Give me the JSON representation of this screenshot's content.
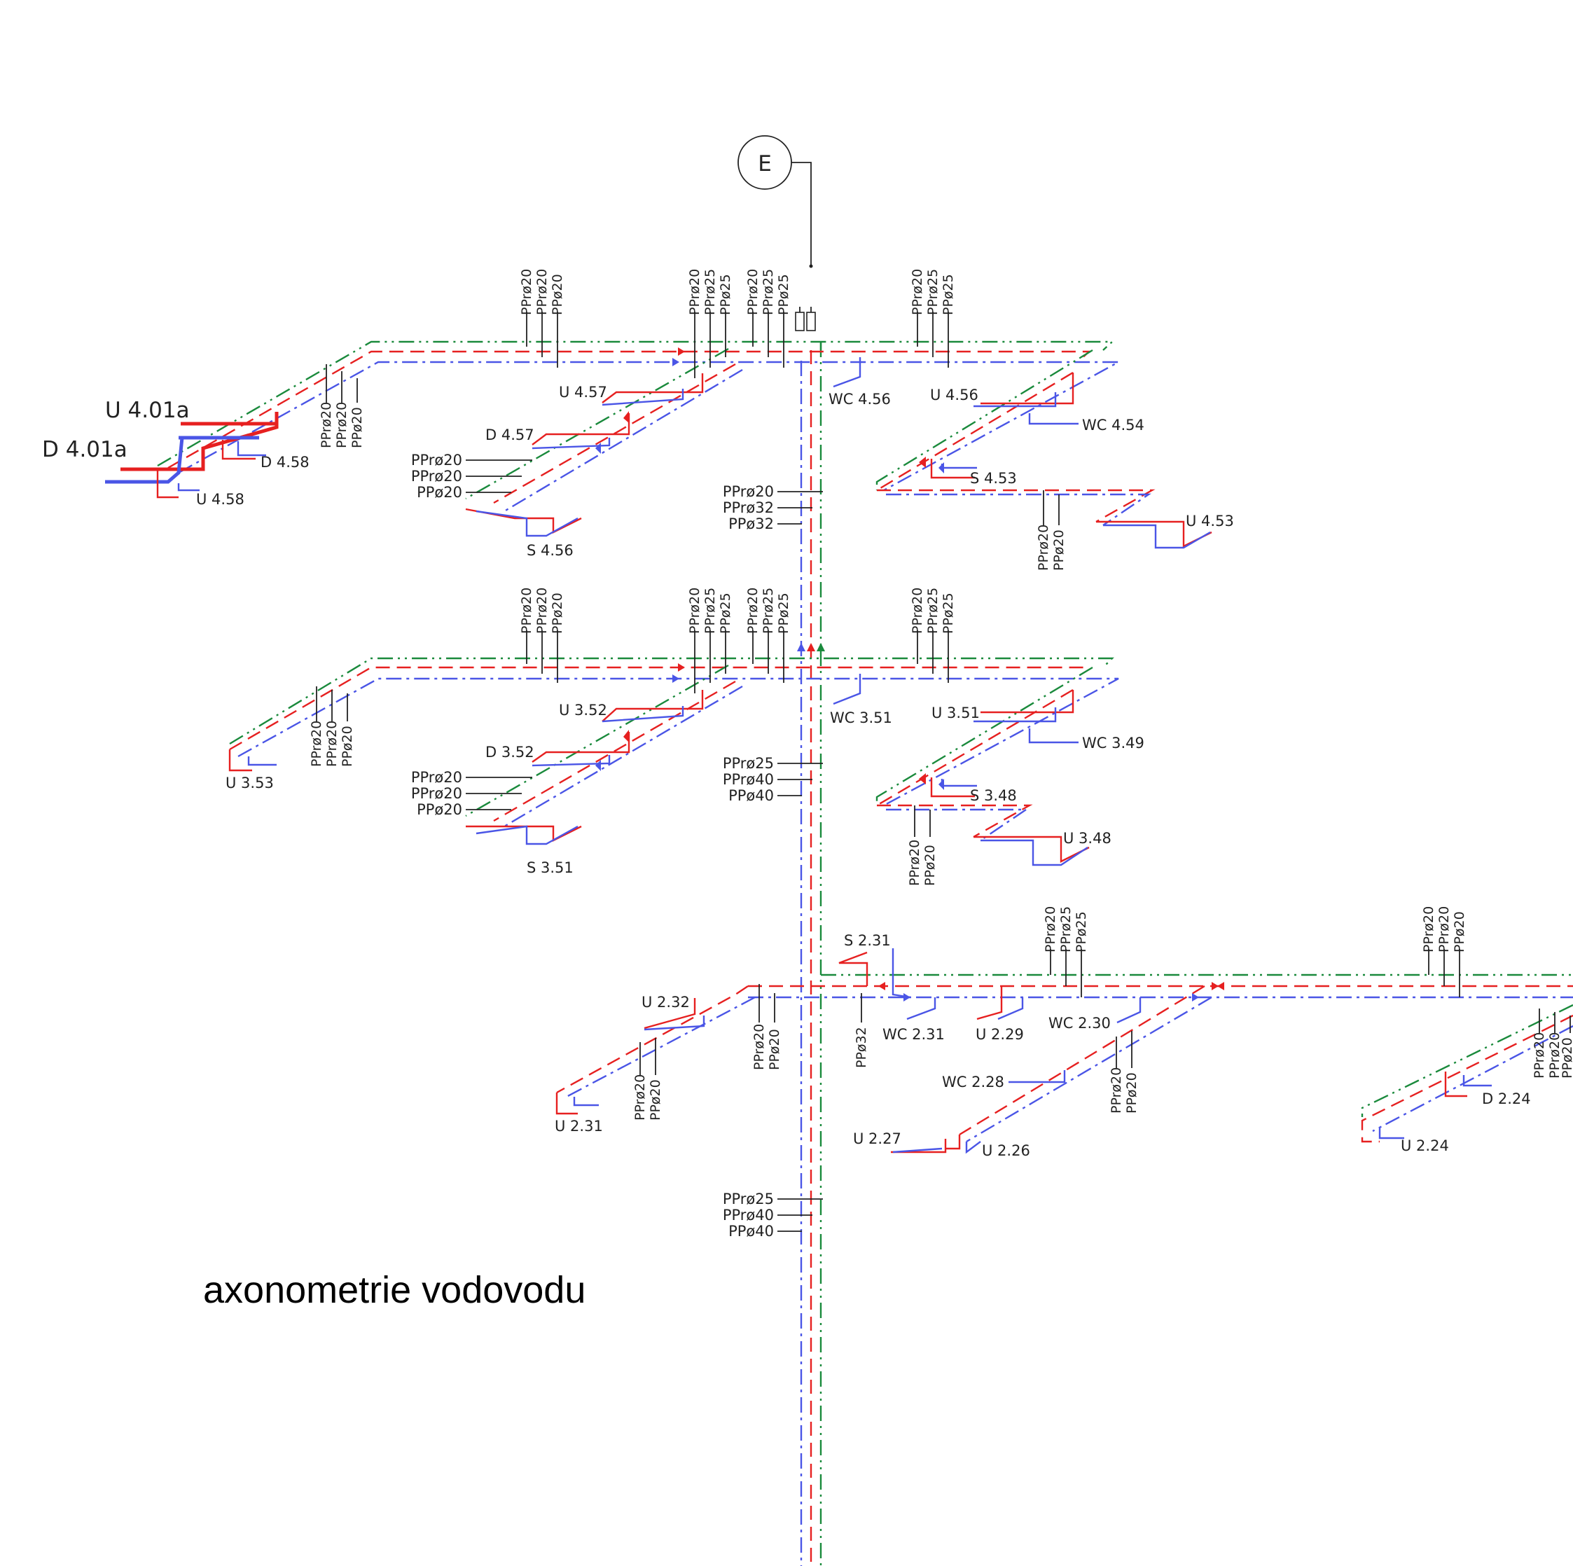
{
  "title": "axonometrie vodovodu",
  "marker": "E",
  "colors": {
    "cold_water": "#4a55e6",
    "hot_water": "#e62020",
    "circulation": "#1a8a3c",
    "leader": "#222222"
  },
  "fixtures": {
    "u401a": "U  4.01a",
    "d401a": "D  4.01a",
    "d458": "D  4.58",
    "u458": "U  4.58",
    "u457": "U  4.57",
    "d457": "D  4.57",
    "s456": "S  4.56",
    "wc456": "WC  4.56",
    "u456": "U  4.56",
    "wc454": "WC  4.54",
    "s453": "S  4.53",
    "u453": "U  4.53",
    "u352": "U  3.52",
    "d352": "D  3.52",
    "s351": "S  3.51",
    "wc351": "WC  3.51",
    "u351": "U  3.51",
    "wc349": "WC  3.49",
    "s348": "S  3.48",
    "u348": "U  3.48",
    "u353": "U  3.53",
    "s231": "S  2.31",
    "u232": "U  2.32",
    "u231": "U  2.31",
    "wc231": "WC  2.31",
    "u229": "U  2.29",
    "wc230": "WC  2.30",
    "wc228": "WC  2.28",
    "u227": "U  2.27",
    "u226": "U  2.26",
    "d224": "D  2.24",
    "u224": "U  2.24"
  },
  "pipes": {
    "ppr20": "PPrø20",
    "pp20": "PPø20",
    "ppr25": "PPrø25",
    "pp25": "PPø25",
    "ppr32": "PPrø32",
    "pp32": "PPø32",
    "ppr40": "PPrø40",
    "pp40": "PPø40"
  }
}
